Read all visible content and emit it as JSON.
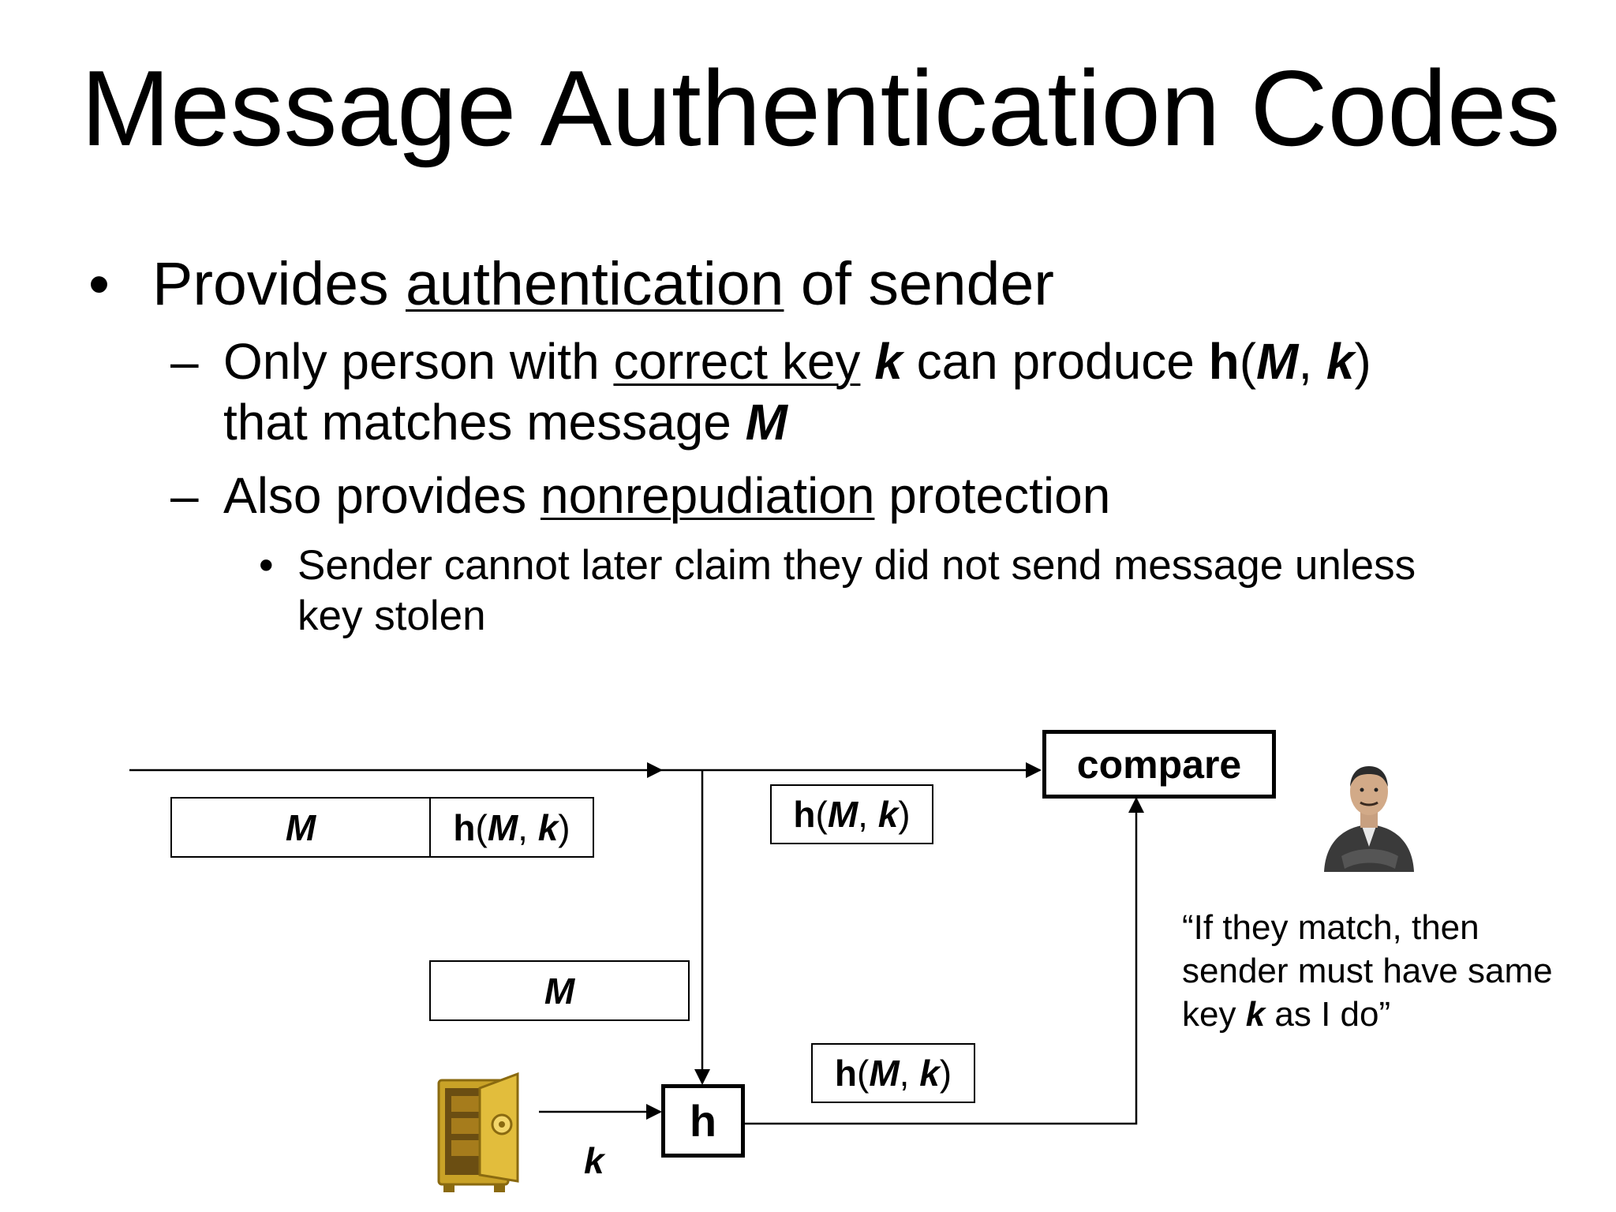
{
  "slide": {
    "title": "Message Authentication Codes",
    "bullet1": {
      "marker": "•",
      "pre": "Provides ",
      "underlined": "authentication",
      "post": " of sender"
    },
    "sub1": {
      "marker": "–",
      "pre": "Only person with ",
      "underlined": "correct key",
      "space": " ",
      "k": "k",
      "mid": " can produce ",
      "h": "h",
      "open": "(",
      "M": "M",
      "comma": ", ",
      "k2": "k",
      "close": ")",
      "line2_pre": "that matches message ",
      "line2_M": "M"
    },
    "sub2": {
      "marker": "–",
      "pre": "Also provides ",
      "underlined": "nonrepudiation",
      "post": " protection"
    },
    "sub2_1": {
      "marker": "•",
      "line1": "Sender cannot later claim they did not send message unless",
      "line2": "key stolen"
    }
  },
  "diagram": {
    "packet_M": "M",
    "packet_h": "h",
    "packet_open": "(",
    "packet_Mi": "M",
    "packet_comma": ", ",
    "packet_k": "k",
    "packet_close": ")",
    "received_mac": {
      "h": "h",
      "open": "(",
      "M": "M",
      "comma": ", ",
      "k": "k",
      "close": ")"
    },
    "message_copy": "M",
    "computed_mac": {
      "h": "h",
      "open": "(",
      "M": "M",
      "comma": ", ",
      "k": "k",
      "close": ")"
    },
    "hash_box": "h",
    "key_label": "k",
    "compare_box": "compare",
    "quote": {
      "line1": "“If they match, then",
      "line2": "sender must have same",
      "line3_pre": "key ",
      "line3_k": "k",
      "line3_post": " as I do”"
    }
  },
  "colors": {
    "text": "#000000",
    "background": "#ffffff",
    "safe_gold": "#d4a017"
  },
  "icons": [
    "safe-icon",
    "receiver-person-icon"
  ]
}
